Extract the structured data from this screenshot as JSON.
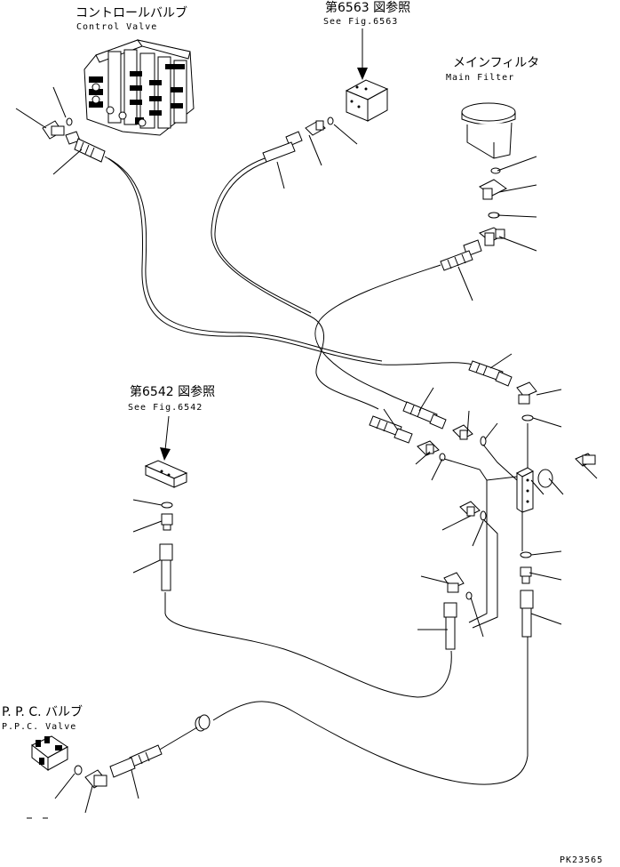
{
  "labels": {
    "control_valve_jp": "コントロールバルブ",
    "control_valve_en": "Control Valve",
    "fig6563_jp": "第6563 図参照",
    "fig6563_en": "See Fig.6563",
    "main_filter_jp": "メインフィルタ",
    "main_filter_en": "Main Filter",
    "fig6542_jp": "第6542 図参照",
    "fig6542_en": "See Fig.6542",
    "ppc_valve_jp": "P. P. C. バルブ",
    "ppc_valve_en": "P.P.C. Valve",
    "drawing_code": "PK23565"
  }
}
